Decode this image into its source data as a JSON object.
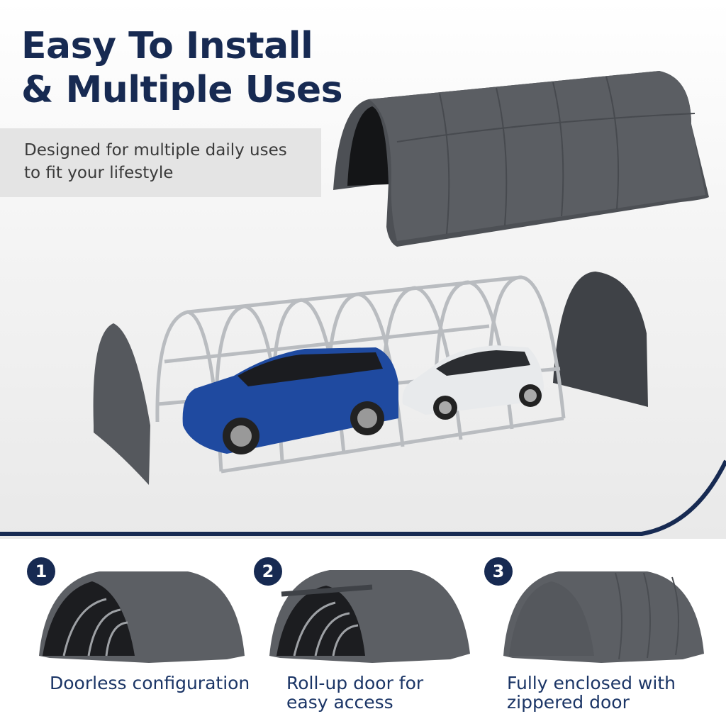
{
  "hero": {
    "title": "Easy To Install & Multiple Uses",
    "subtitle": "Designed for multiple daily uses to fit your lifestyle"
  },
  "options": [
    {
      "number": "1",
      "caption": "Doorless configuration"
    },
    {
      "number": "2",
      "caption": "Roll-up door for easy access"
    },
    {
      "number": "3",
      "caption": "Fully enclosed with zippered door"
    }
  ],
  "colors": {
    "navy": "#172a52",
    "caption": "#1b3566",
    "tent_gray": "#5a5d62",
    "car_blue": "#1f4aa0",
    "car_white": "#e8eaec"
  }
}
